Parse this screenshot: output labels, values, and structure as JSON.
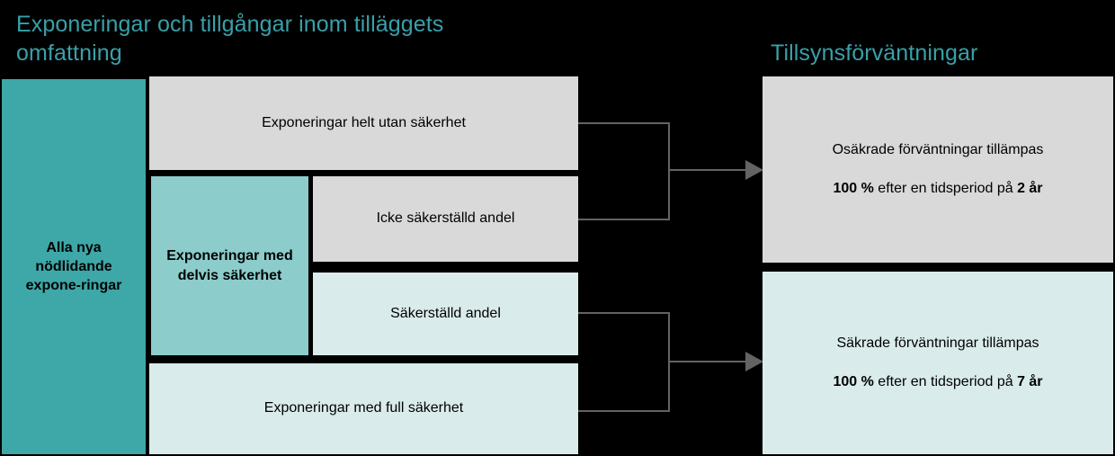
{
  "headings": {
    "left": "Exponeringar och tillgångar inom tilläggets omfattning",
    "right": "Tillsynsförväntningar"
  },
  "colors": {
    "background": "#000000",
    "heading_teal": "#39a0a8",
    "teal_dark": "#3ea7a8",
    "teal_mid": "#8ccccb",
    "gray": "#d9d9d9",
    "light_teal": "#d9ebea",
    "connector": "#636363",
    "text": "#000000"
  },
  "boxes": {
    "all_new_npe": "Alla nya nödlidande expone-ringar",
    "unsecured_full": "Exponeringar helt utan säkerhet",
    "partially_secured": "Exponeringar med delvis säkerhet",
    "unsecured_part": "Icke säkerställd andel",
    "secured_part": "Säkerställd andel",
    "fully_secured": "Exponeringar med full säkerhet"
  },
  "outcomes": {
    "unsecured": {
      "line1": "Osäkrade förväntningar tillämpas",
      "line2_bold_start": "100 %",
      "line2_middle": " efter en tidsperiod på ",
      "line2_bold_end": "2 år"
    },
    "secured": {
      "line1": "Säkrade förväntningar tillämpas",
      "line2_bold_start": "100 %",
      "line2_middle": " efter en tidsperiod på ",
      "line2_bold_end": "7 år"
    }
  }
}
